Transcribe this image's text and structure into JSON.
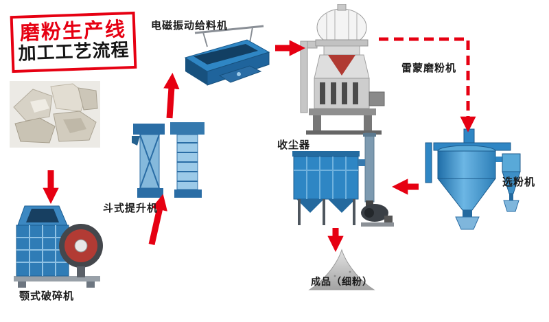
{
  "title": {
    "line1": "磨粉生产线",
    "line2": "加工工艺流程"
  },
  "nodes": {
    "raw_material": {
      "label": ""
    },
    "jaw_crusher": {
      "label": "颚式破碎机"
    },
    "bucket_elevator": {
      "label": "斗式提升机"
    },
    "feeder": {
      "label": "电磁振动给料机"
    },
    "raymond_mill": {
      "label": "雷蒙磨粉机"
    },
    "classifier": {
      "label": "选粉机"
    },
    "dust_collector": {
      "label": "收尘器"
    },
    "product": {
      "label": "成品（细粉）"
    }
  },
  "edges": [
    {
      "from": "raw_material",
      "to": "jaw_crusher",
      "style": "solid"
    },
    {
      "from": "jaw_crusher",
      "to": "bucket_elevator",
      "style": "solid"
    },
    {
      "from": "bucket_elevator",
      "to": "feeder",
      "style": "solid"
    },
    {
      "from": "feeder",
      "to": "raymond_mill",
      "style": "solid"
    },
    {
      "from": "raymond_mill",
      "to": "classifier",
      "style": "dashed"
    },
    {
      "from": "classifier",
      "to": "dust_collector",
      "style": "solid"
    },
    {
      "from": "dust_collector",
      "to": "product",
      "style": "solid"
    }
  ],
  "colors": {
    "arrow_red": "#e60012",
    "title_red": "#e60012",
    "machine_blue": "#2e86c4",
    "machine_blue_dark": "#1b5a8c",
    "machine_gray": "#cfcfcf",
    "label_text": "#1b1b1b",
    "background": "#ffffff"
  }
}
